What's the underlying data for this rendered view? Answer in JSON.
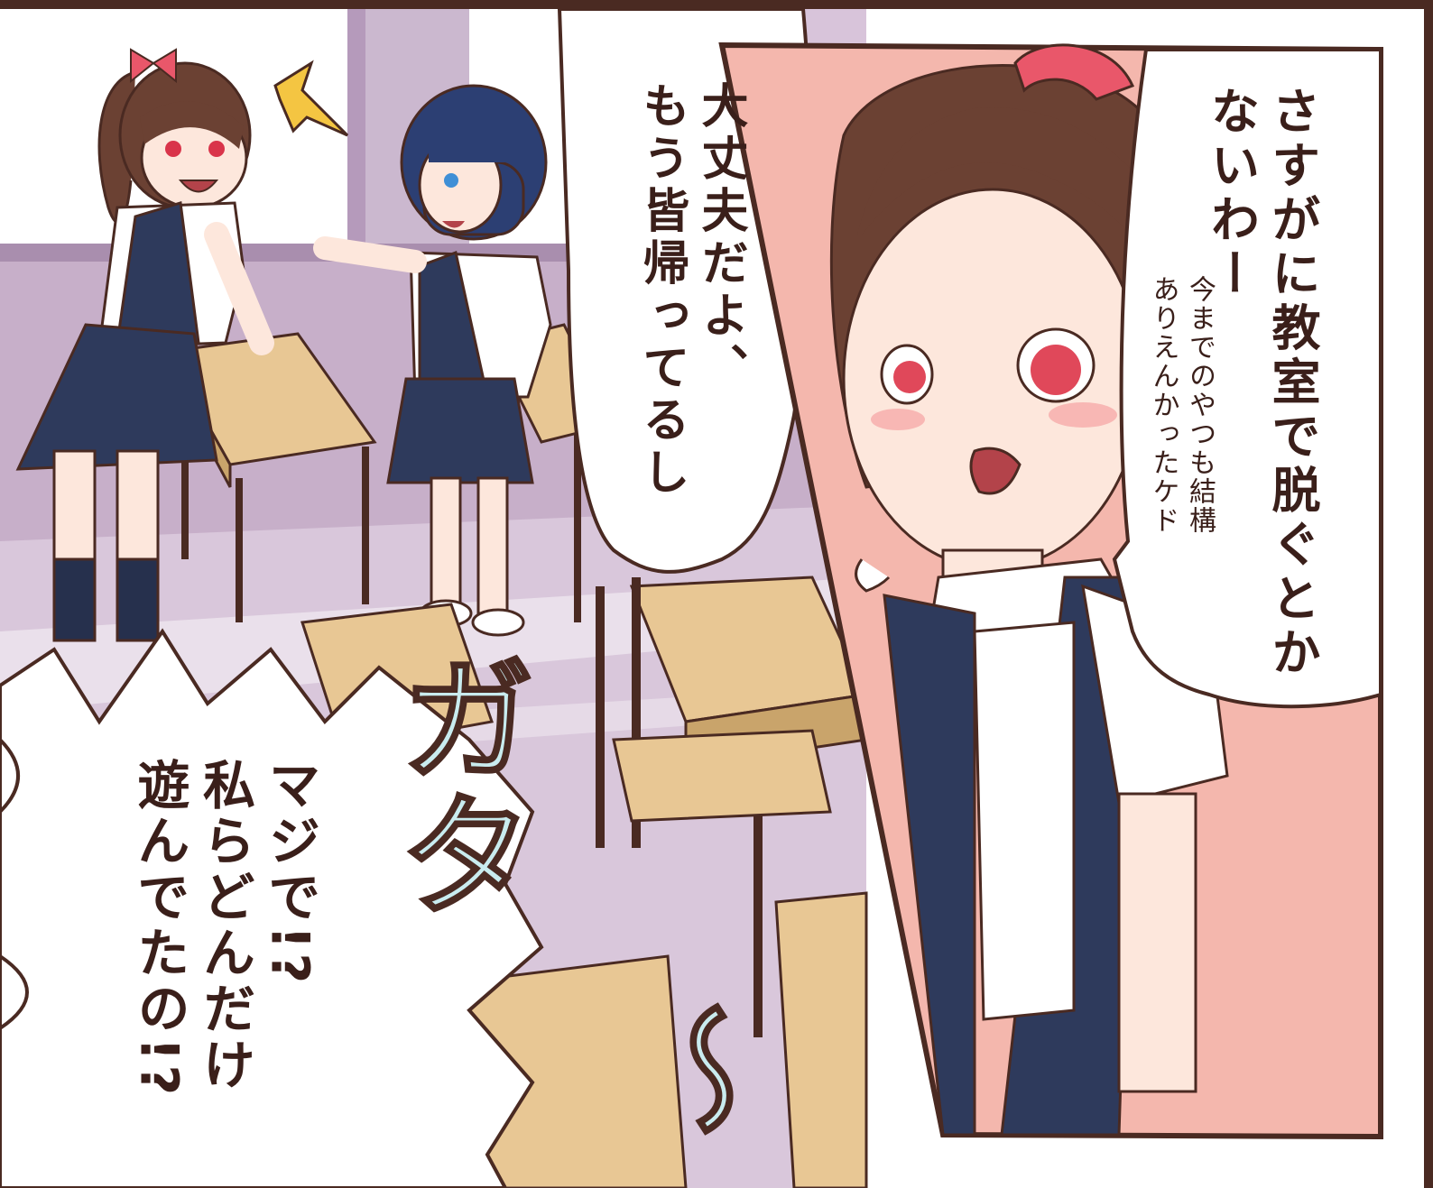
{
  "panel_left": {
    "speech_dark_hair": "大丈夫だよ、\nもう皆帰ってるし",
    "speech_ponytail_shout": "マジで!?\n私らどんだけ\n遊んでたの!?",
    "sfx_chair": "ガタ",
    "sfx_tilde": "〜"
  },
  "panel_right": {
    "speech_main": "さすがに教室で脱ぐとか\nないわー",
    "speech_aside": "今までのやつも結構\nありえんかったケド"
  },
  "colors": {
    "border": "#4a2a22",
    "wall": "#c9b2cc",
    "pink_bg": "#f4b7ad",
    "skirt": "#2e3a5c",
    "hair_brown": "#6b4133",
    "hair_navy": "#2c3f73",
    "desk": "#e8c794",
    "sfx_fill": "#c9ecef"
  }
}
